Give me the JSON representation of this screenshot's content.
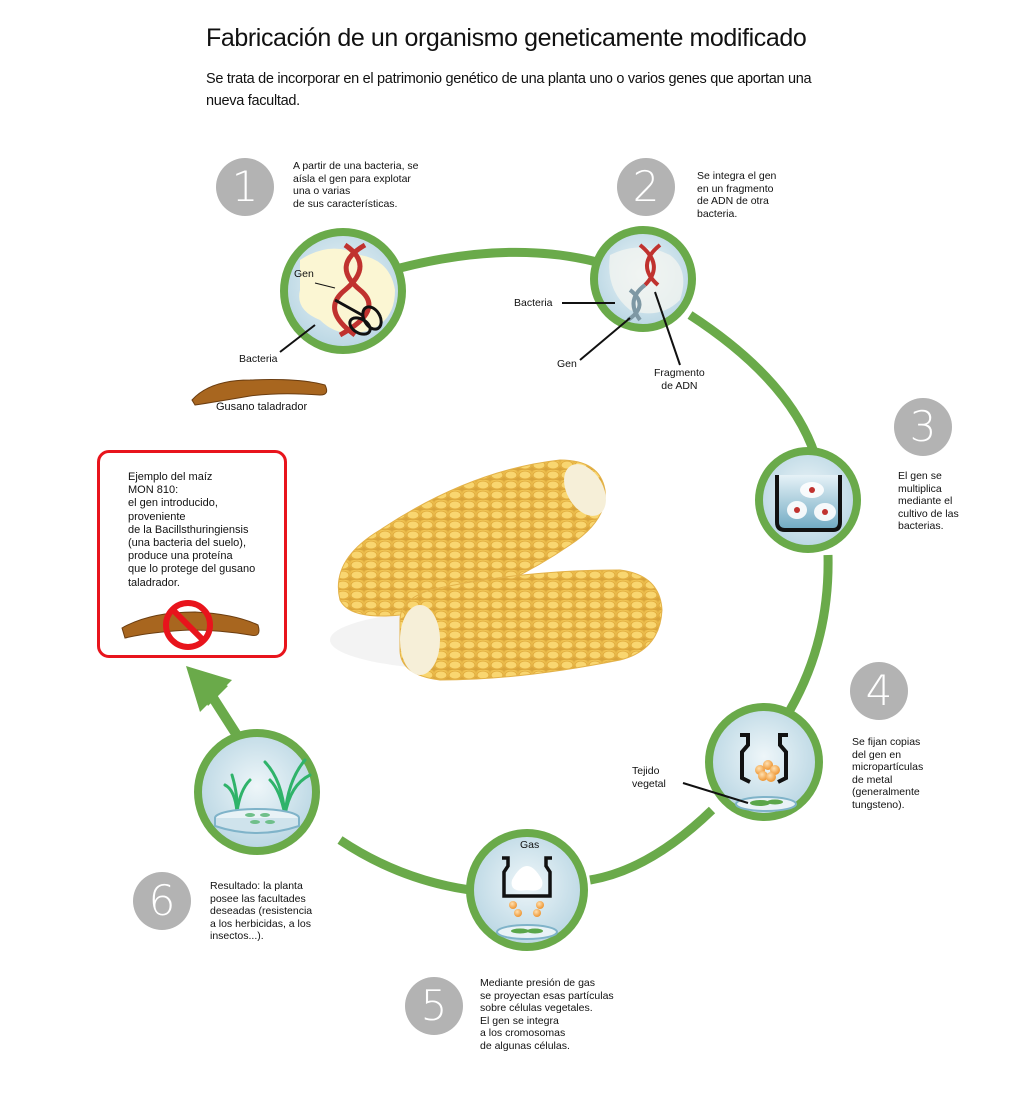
{
  "header": {
    "title": "Fabricación de un organismo geneticamente modificado",
    "subtitle": "Se trata de incorporar en el patrimonio genético de una planta uno o varios genes que aportan una nueva facultad."
  },
  "steps": [
    {
      "number": "1",
      "text": "A partir de una bacteria, se\naísla el gen para explotar\nuna o varias\nde sus características.",
      "labels": [
        "Gen",
        "Bacteria",
        "Gusano taladrador"
      ]
    },
    {
      "number": "2",
      "text": "Se integra el gen\nen un fragmento\nde ADN de otra\nbacteria.",
      "labels": [
        "Bacteria",
        "Gen",
        "Fragmento\nde ADN"
      ]
    },
    {
      "number": "3",
      "text": "El gen se\nmultiplica\nmediante el\ncultivo de las\nbacterias.",
      "labels": []
    },
    {
      "number": "4",
      "text": "Se fijan copias\ndel gen en\nmicropartículas\nde metal\n(generalmente\ntungsteno).",
      "labels": [
        "Tejido\nvegetal"
      ]
    },
    {
      "number": "5",
      "text": "Mediante presión de gas\nse proyectan esas partículas\nsobre células vegetales.\nEl gen se integra\na los cromosomas\nde algunas células.",
      "labels": [
        "Gas"
      ]
    },
    {
      "number": "6",
      "text": "Resultado: la planta\nposee las facultades\ndeseadas (resistencia\na los herbicidas, a los\ninsectos...).",
      "labels": []
    }
  ],
  "example": {
    "text": "Ejemplo del maíz\nMON 810:\nel gen introducido,\nproveniente\nde la Bacillsthuringiensis\n (una bacteria del suelo),\nproduce una proteína\nque lo protege del gusano\ntaladrador."
  },
  "colors": {
    "cycle_green": "#6aaa4a",
    "number_gray": "#b3b3b3",
    "alert_red": "#e8141c",
    "dna_red": "#c0322f",
    "lens_blue": "#cfe3ec"
  }
}
